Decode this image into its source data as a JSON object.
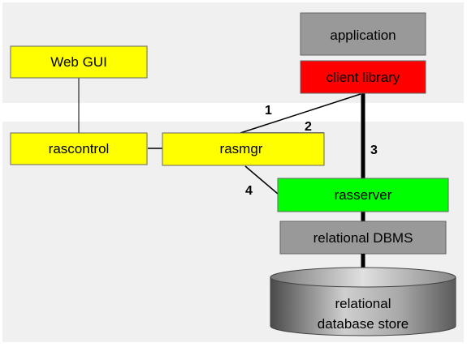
{
  "nodes": {
    "web_gui": {
      "label": "Web GUI",
      "fill": "#ffff00"
    },
    "rascontrol": {
      "label": "rascontrol",
      "fill": "#ffff00"
    },
    "rasmgr": {
      "label": "rasmgr",
      "fill": "#ffff00"
    },
    "application": {
      "label": "application",
      "fill": "#999999"
    },
    "client_library": {
      "label": "client library",
      "fill": "#ff0000"
    },
    "rasserver": {
      "label": "rasserver",
      "fill": "#00ff00"
    },
    "relational_dbms": {
      "label": "relational DBMS",
      "fill": "#999999"
    },
    "database_store": {
      "label_line1": "relational",
      "label_line2": "database store"
    }
  },
  "connections": {
    "c1": {
      "label": "1"
    },
    "c2": {
      "label": "2"
    },
    "c3": {
      "label": "3"
    },
    "c4": {
      "label": "4"
    }
  },
  "colors": {
    "band": "#f0f0f0",
    "cylinder_dark": "#555555",
    "cylinder_light": "#cfcfcf"
  }
}
